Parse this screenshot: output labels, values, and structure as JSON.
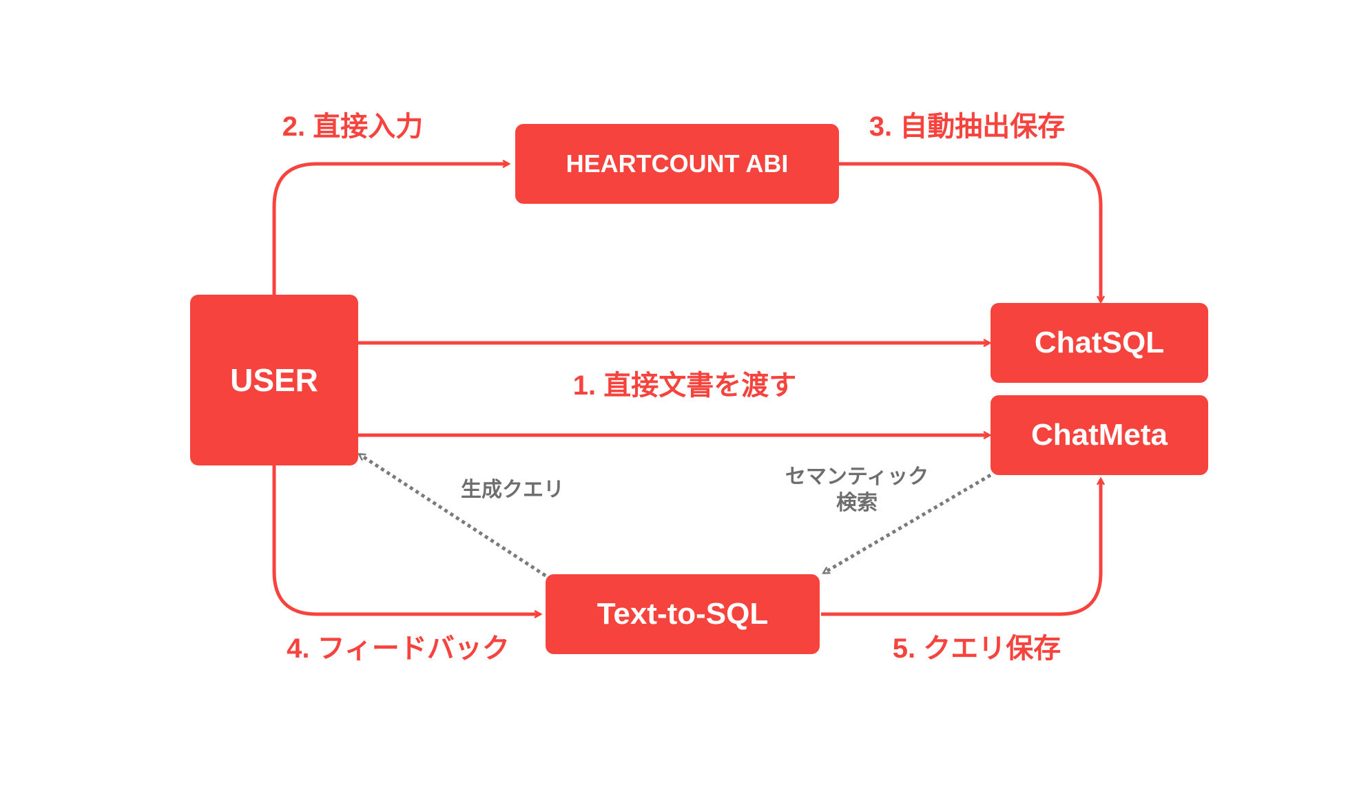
{
  "colors": {
    "accent": "#f7433d",
    "dashed": "#7a7a7a"
  },
  "nodes": {
    "user": "USER",
    "heartcount": "HEARTCOUNT ABI",
    "chatsql": "ChatSQL",
    "chatmeta": "ChatMeta",
    "text_to_sql": "Text-to-SQL"
  },
  "edges": {
    "direct_input": "2. 直接入力",
    "auto_extract": "3. 自動抽出保存",
    "pass_documents": "1. 直接文書を渡す",
    "feedback": "4. フィードバック",
    "save_query": "5. クエリ保存",
    "generated_query": "生成クエリ",
    "semantic_search_line1": "セマンティック",
    "semantic_search_line2": "検索"
  }
}
